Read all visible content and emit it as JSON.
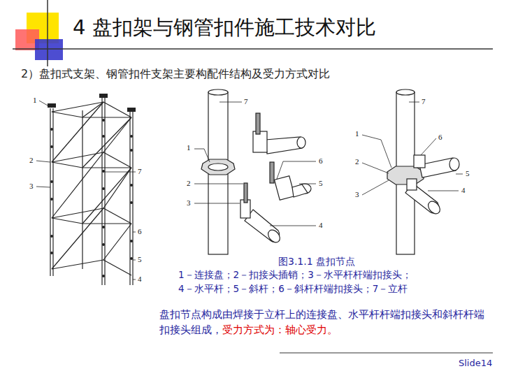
{
  "diagram": {
    "title": "4 盘扣架与钢管扣件施工技术对比",
    "caption": "图3.1.1 盘扣节点",
    "labels": [
      "2）盘扣式支架、钢管扣件支架主要构配件结构及受力方式对比",
      "1",
      "2",
      "3",
      "7",
      "6",
      "5",
      "4",
      "7",
      "1",
      "6",
      "2",
      "5",
      "3",
      "4",
      "7",
      "1",
      "6",
      "2",
      "5",
      "3",
      "4",
      "1－连接盘；2－扣接头插销；3－水平杆杆端扣接头；",
      "4－水平杆；5－斜杆；6－斜杆杆端扣接头；7－立杆",
      "盘扣节点构成由焊接于立杆上的连接盘、水平杆杆端扣接头和斜杆杆端扣接头组成，",
      "受力方式为：轴心受力。",
      "Slide14"
    ]
  }
}
